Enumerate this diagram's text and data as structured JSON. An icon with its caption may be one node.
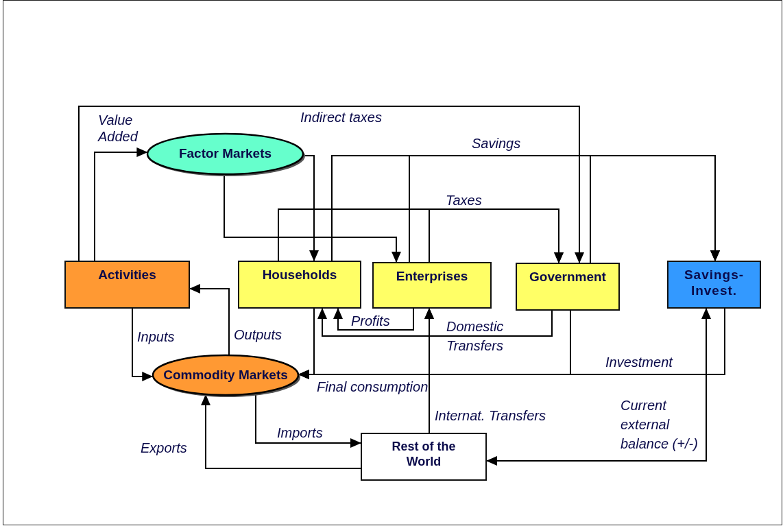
{
  "diagram": {
    "nodes": [
      {
        "text": [
          "Factor Markets"
        ]
      },
      {
        "text": [
          "Activities"
        ]
      },
      {
        "text": [
          "Households"
        ]
      },
      {
        "text": [
          "Enterprises"
        ]
      },
      {
        "text": [
          "Government"
        ]
      },
      {
        "text": [
          "Savings- Invest."
        ]
      },
      {
        "text": [
          "Commodity Markets"
        ]
      },
      {
        "text": [
          "Rest of the World"
        ]
      }
    ],
    "edges": [
      {
        "from": 1,
        "to": 0,
        "arrow": "to",
        "label": "Value Added"
      },
      {
        "from": 1,
        "to": 4,
        "arrow": "to",
        "label": "Indirect taxes"
      },
      {
        "from": 0,
        "to": 2,
        "arrow": "to"
      },
      {
        "from": 0,
        "to": 3,
        "arrow": "to"
      },
      {
        "from": 2,
        "to": 5,
        "arrow": "to",
        "label": "Savings"
      },
      {
        "from": 3,
        "to": 5,
        "arrow": "to"
      },
      {
        "from": 4,
        "to": 5,
        "arrow": "to"
      },
      {
        "from": 2,
        "to": 4,
        "arrow": "to",
        "label": "Taxes"
      },
      {
        "from": 3,
        "to": 4,
        "arrow": "to"
      },
      {
        "from": 6,
        "to": 1,
        "arrow": "to",
        "label": "Outputs"
      },
      {
        "from": 1,
        "to": 6,
        "arrow": "to",
        "label": "Inputs"
      },
      {
        "from": 3,
        "to": 2,
        "arrow": "to",
        "label": "Profits"
      },
      {
        "from": 4,
        "to": 2,
        "arrow": "to",
        "label": "Domestic Transfers"
      },
      {
        "from": 4,
        "to": 3,
        "arrow": "to"
      },
      {
        "from": 7,
        "to": 3,
        "arrow": "to",
        "label": "Internat. Transfers"
      },
      {
        "from": 2,
        "to": 6,
        "arrow": "to",
        "label": "Final consumption"
      },
      {
        "from": 5,
        "to": 6,
        "arrow": "to",
        "label": "Investment"
      },
      {
        "from": 4,
        "to": 6,
        "arrow": "to"
      },
      {
        "from": 5,
        "to": 7,
        "arrow": "both",
        "label": "Current external balance (+/-)"
      },
      {
        "from": 6,
        "to": 7,
        "arrow": "to",
        "label": "Imports"
      },
      {
        "from": 7,
        "to": 6,
        "arrow": "to",
        "label": "Exports"
      }
    ]
  }
}
